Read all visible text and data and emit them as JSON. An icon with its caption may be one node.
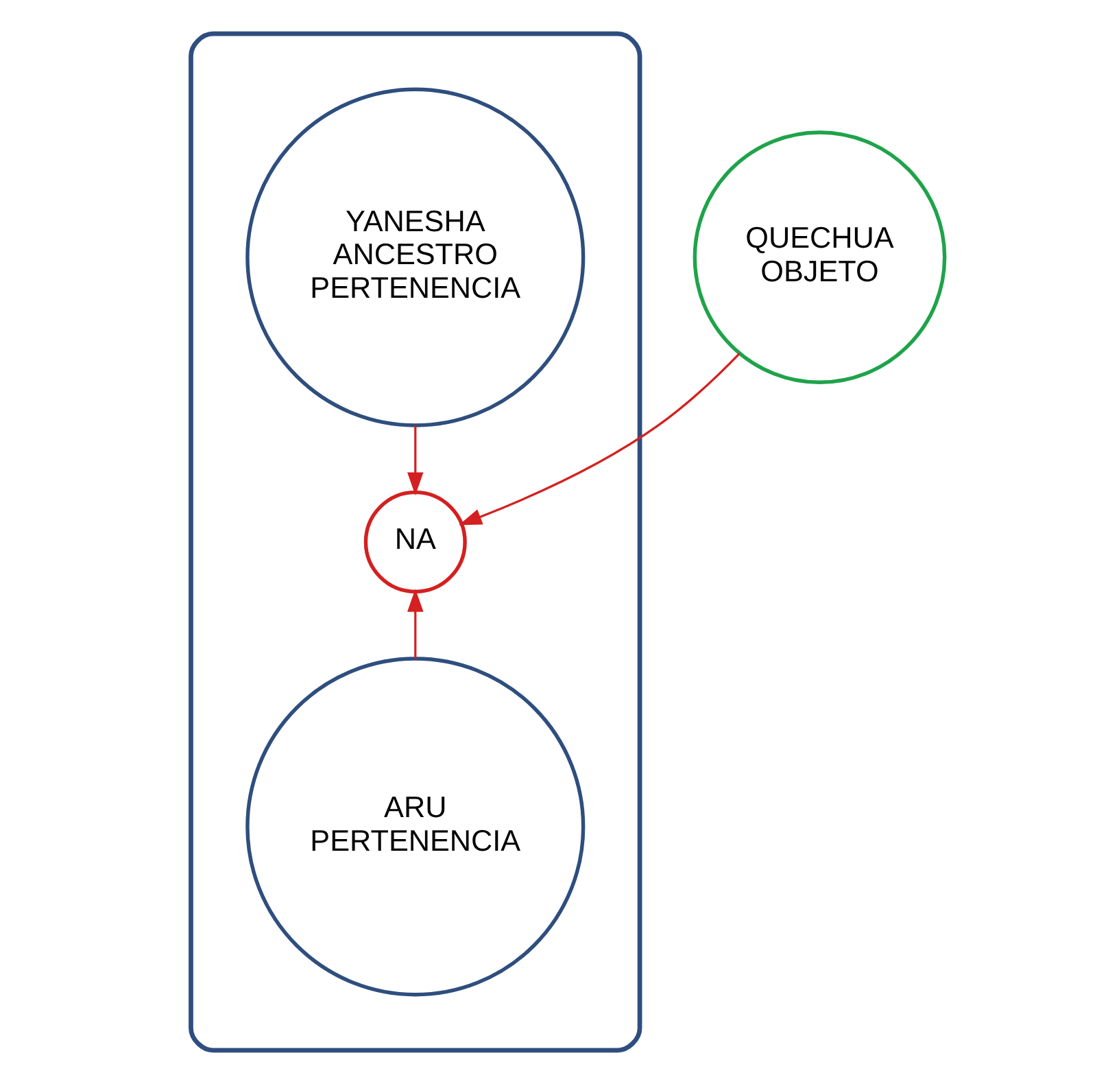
{
  "diagram": {
    "nodes": [
      {
        "text": [],
        "shape": "ellipse"
      },
      {
        "text": [
          "YANESHA",
          "ANCESTRO",
          "PERTENENCIA"
        ],
        "in": 0
      },
      {
        "text": [
          "QUECHUA",
          "OBJETO"
        ]
      },
      {
        "text": [
          "NA"
        ],
        "in": 0
      },
      {
        "text": [
          "ARU",
          "PERTENENCIA"
        ],
        "in": 0
      }
    ],
    "edges": [
      {
        "from": 2,
        "to": 3,
        "arrow": "to"
      },
      {
        "from": 1,
        "to": 3,
        "arrow": "to"
      },
      {
        "from": 4,
        "to": 3,
        "arrow": "to"
      }
    ]
  }
}
